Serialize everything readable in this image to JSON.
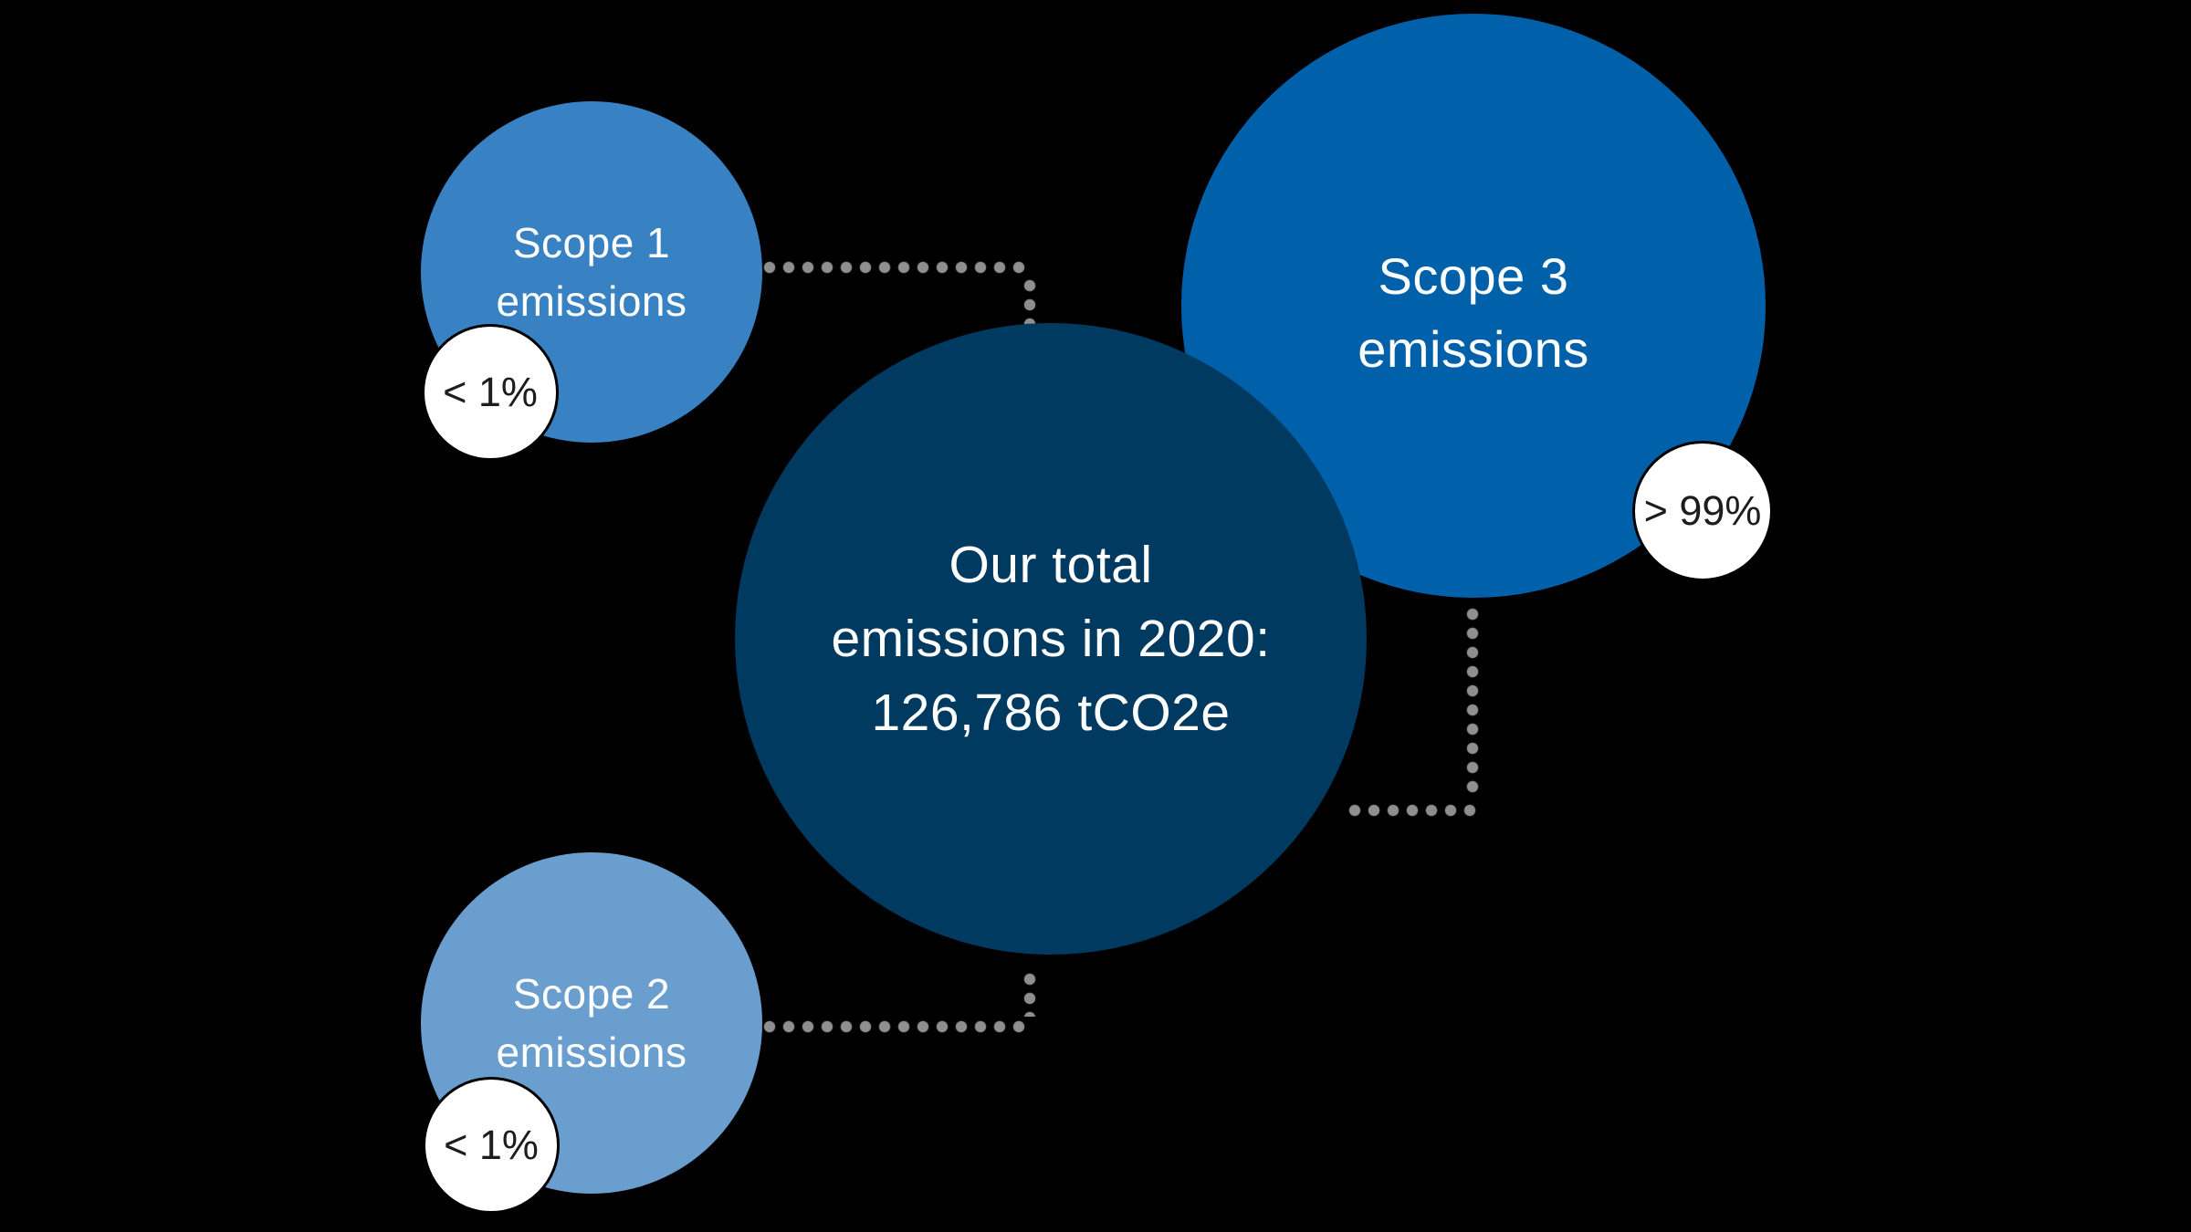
{
  "diagram": {
    "scope1": {
      "line1": "Scope 1",
      "line2": "emissions",
      "badge": "< 1%"
    },
    "scope2": {
      "line1": "Scope 2",
      "line2": "emissions",
      "badge": "< 1%"
    },
    "scope3": {
      "line1": "Scope 3",
      "line2": "emissions",
      "badge": "> 99%"
    },
    "total": {
      "line1": "Our total",
      "line2": "emissions in 2020:",
      "line3": "126,786 tCO2e"
    }
  },
  "chart_data": {
    "type": "bubble",
    "title": "Our total emissions in 2020: 126,786 tCO2e",
    "total_tco2e": 126786,
    "year": 2020,
    "categories": [
      "Scope 1 emissions",
      "Scope 2 emissions",
      "Scope 3 emissions"
    ],
    "shares": [
      "< 1%",
      "< 1%",
      "> 99%"
    ]
  },
  "colors": {
    "background": "#000000",
    "scope1": "#3882C3",
    "scope2": "#699ECF",
    "scope3": "#0061AA",
    "total": "#003A61",
    "connector": "#8F8F8F",
    "badge_bg": "#FFFFFF",
    "badge_border": "#000000",
    "badge_text": "#1D1D1D",
    "label_text": "#FFFFFF"
  }
}
